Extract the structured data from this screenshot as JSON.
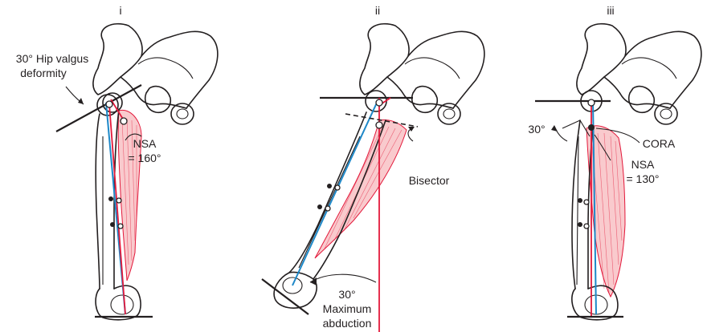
{
  "panels": [
    {
      "id": "i",
      "label": "i",
      "deformity_line1": "30° Hip valgus",
      "deformity_line2": "deformity",
      "nsa_line1": "NSA",
      "nsa_line2": "= 160°"
    },
    {
      "id": "ii",
      "label": "ii",
      "bisector": "Bisector",
      "angle": "30°",
      "abduction_line1": "Maximum",
      "abduction_line2": "abduction"
    },
    {
      "id": "iii",
      "label": "iii",
      "angle": "30°",
      "cora": "CORA",
      "nsa_line1": "NSA",
      "nsa_line2": "= 130°"
    }
  ],
  "colors": {
    "mechanical_axis": "#e3193b",
    "anatomic_axis": "#1e88c8",
    "muscle_fill": "#f6b3b8",
    "bone_outline": "#231f20"
  }
}
